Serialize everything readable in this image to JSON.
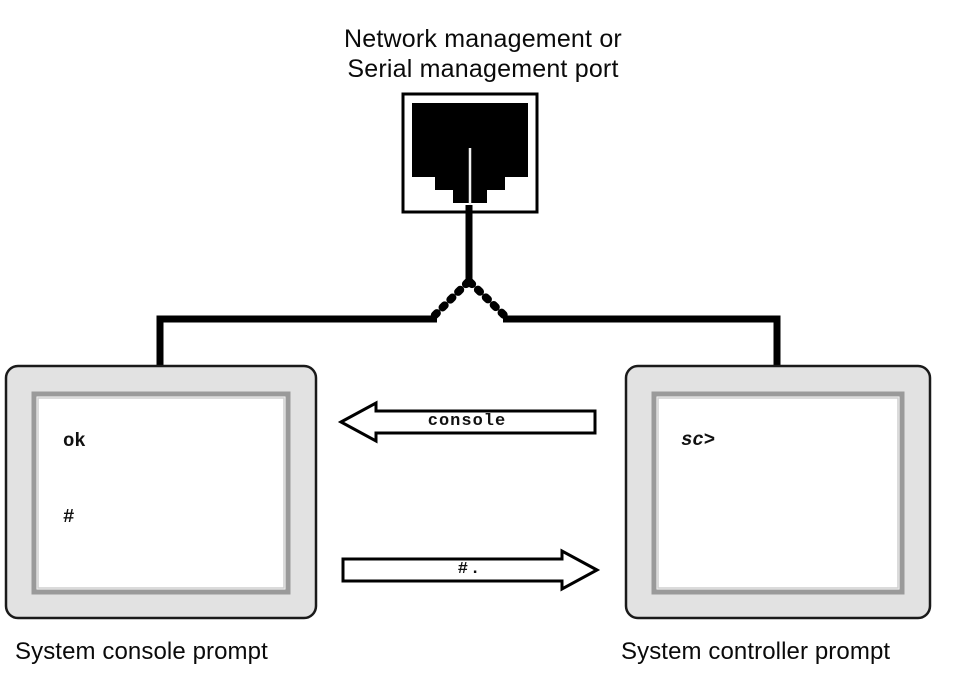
{
  "diagram": {
    "title": {
      "line1": "Network management or",
      "line2": "Serial management port"
    },
    "connector": {
      "icon_name": "rj45-connector-icon",
      "fill_color": "#000000",
      "border_color": "#000000"
    },
    "cable": {
      "color": "#000000",
      "splitter_style": "dashed"
    },
    "monitors": [
      {
        "id": "system-console",
        "caption": "System console prompt",
        "bezel_color": "#e2e2e2",
        "screen_color": "#ffffff",
        "frame_color": "#9a9a9a",
        "lines": [
          {
            "text": "ok",
            "style": "bold"
          },
          {
            "text": "#",
            "style": "bold"
          }
        ]
      },
      {
        "id": "system-controller",
        "caption": "System controller prompt",
        "bezel_color": "#e2e2e2",
        "screen_color": "#ffffff",
        "frame_color": "#9a9a9a",
        "lines": [
          {
            "text": "sc>",
            "style": "bold-italic"
          }
        ]
      }
    ],
    "arrows": [
      {
        "id": "console-arrow",
        "label": "console",
        "direction": "left",
        "meaning": "from system controller to system console",
        "fill": "#ffffff",
        "stroke": "#000000"
      },
      {
        "id": "escape-arrow",
        "label": "#.",
        "direction": "right",
        "meaning": "from system console to system controller",
        "fill": "#ffffff",
        "stroke": "#000000"
      }
    ]
  }
}
